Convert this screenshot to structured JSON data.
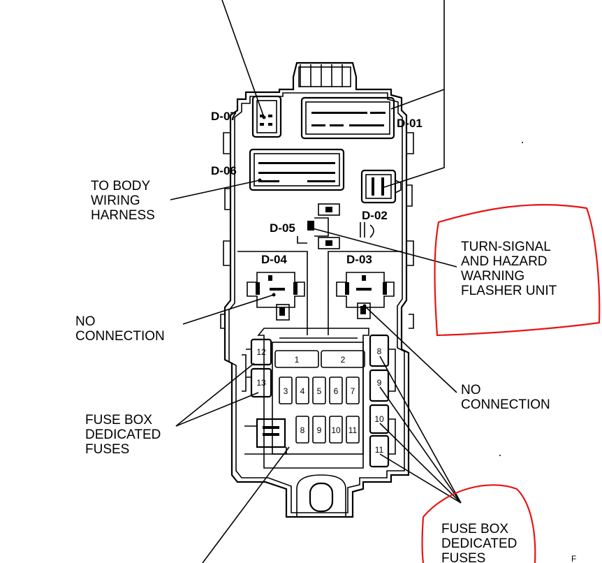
{
  "connectors": {
    "d07": "D-07",
    "d01": "D-01",
    "d06": "D-06",
    "d05": "D-05",
    "d02": "D-02",
    "d04": "D-04",
    "d03": "D-03"
  },
  "callouts": {
    "body_harness": [
      "TO BODY",
      "WIRING",
      "HARNESS"
    ],
    "flasher": [
      "TURN-SIGNAL",
      "AND HAZARD",
      "WARNING",
      "FLASHER UNIT"
    ],
    "no_conn_left": [
      "NO",
      "CONNECTION"
    ],
    "no_conn_right": [
      "NO",
      "CONNECTION"
    ],
    "fuse_left": [
      "FUSE BOX",
      "DEDICATED",
      "FUSES"
    ],
    "fuse_right": [
      "FUSE BOX",
      "DEDICATED",
      "FUSES"
    ],
    "corner_mark": "F"
  },
  "fuses": {
    "f1": "1",
    "f2": "2",
    "f3": "3",
    "f4": "4",
    "f5": "5",
    "f6": "6",
    "f7": "7",
    "f8": "8",
    "f9": "9",
    "f10": "10",
    "f11": "11",
    "f12": "12",
    "f13": "13",
    "i8": "8",
    "i9": "9",
    "i10": "10",
    "i11": "11"
  },
  "annotation_color": "#e81414"
}
